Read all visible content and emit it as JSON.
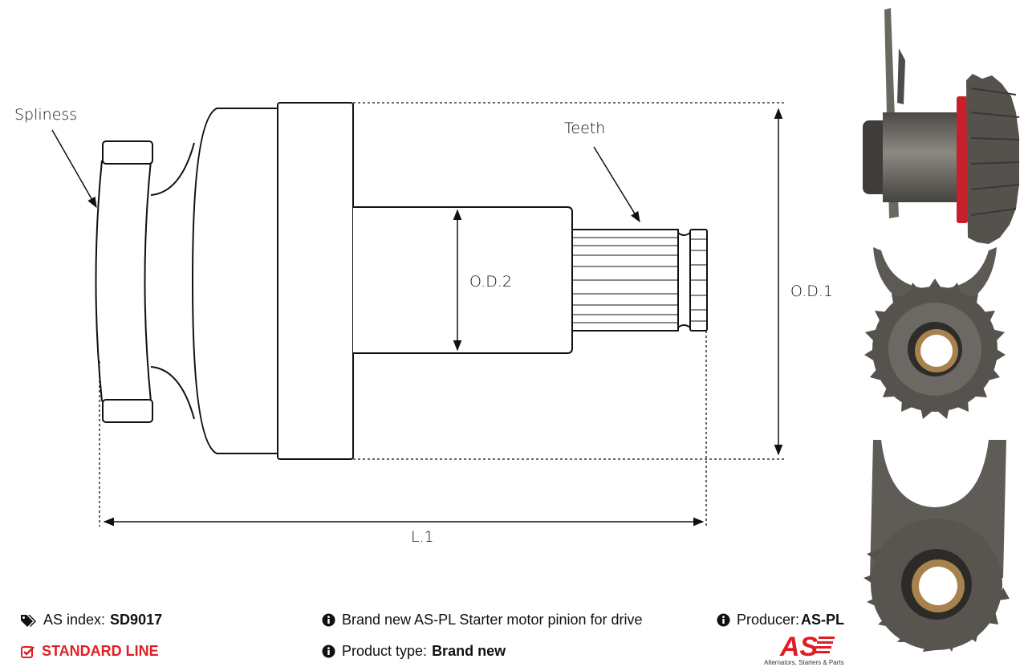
{
  "diagram": {
    "labels": {
      "spliness": "Spliness",
      "teeth": "Teeth",
      "od1": "O.D.1",
      "od2": "O.D.2",
      "l1": "L.1"
    }
  },
  "info": {
    "as_index_label": "AS index:",
    "as_index_value": "SD9017",
    "line": "STANDARD LINE",
    "description": "Brand new AS-PL Starter motor pinion for drive",
    "product_type_label": "Product type:",
    "product_type_value": "Brand new",
    "producer_label": "Producer:",
    "producer_value": "AS-PL"
  },
  "logo": {
    "text": "AS",
    "subtitle": "Alternators, Starters & Parts"
  },
  "colors": {
    "accent": "#e01d26",
    "metal": "#5d5a55",
    "seal": "#c8202a"
  },
  "icons": [
    "tags-icon",
    "check-square-icon",
    "info-circle-icon"
  ]
}
